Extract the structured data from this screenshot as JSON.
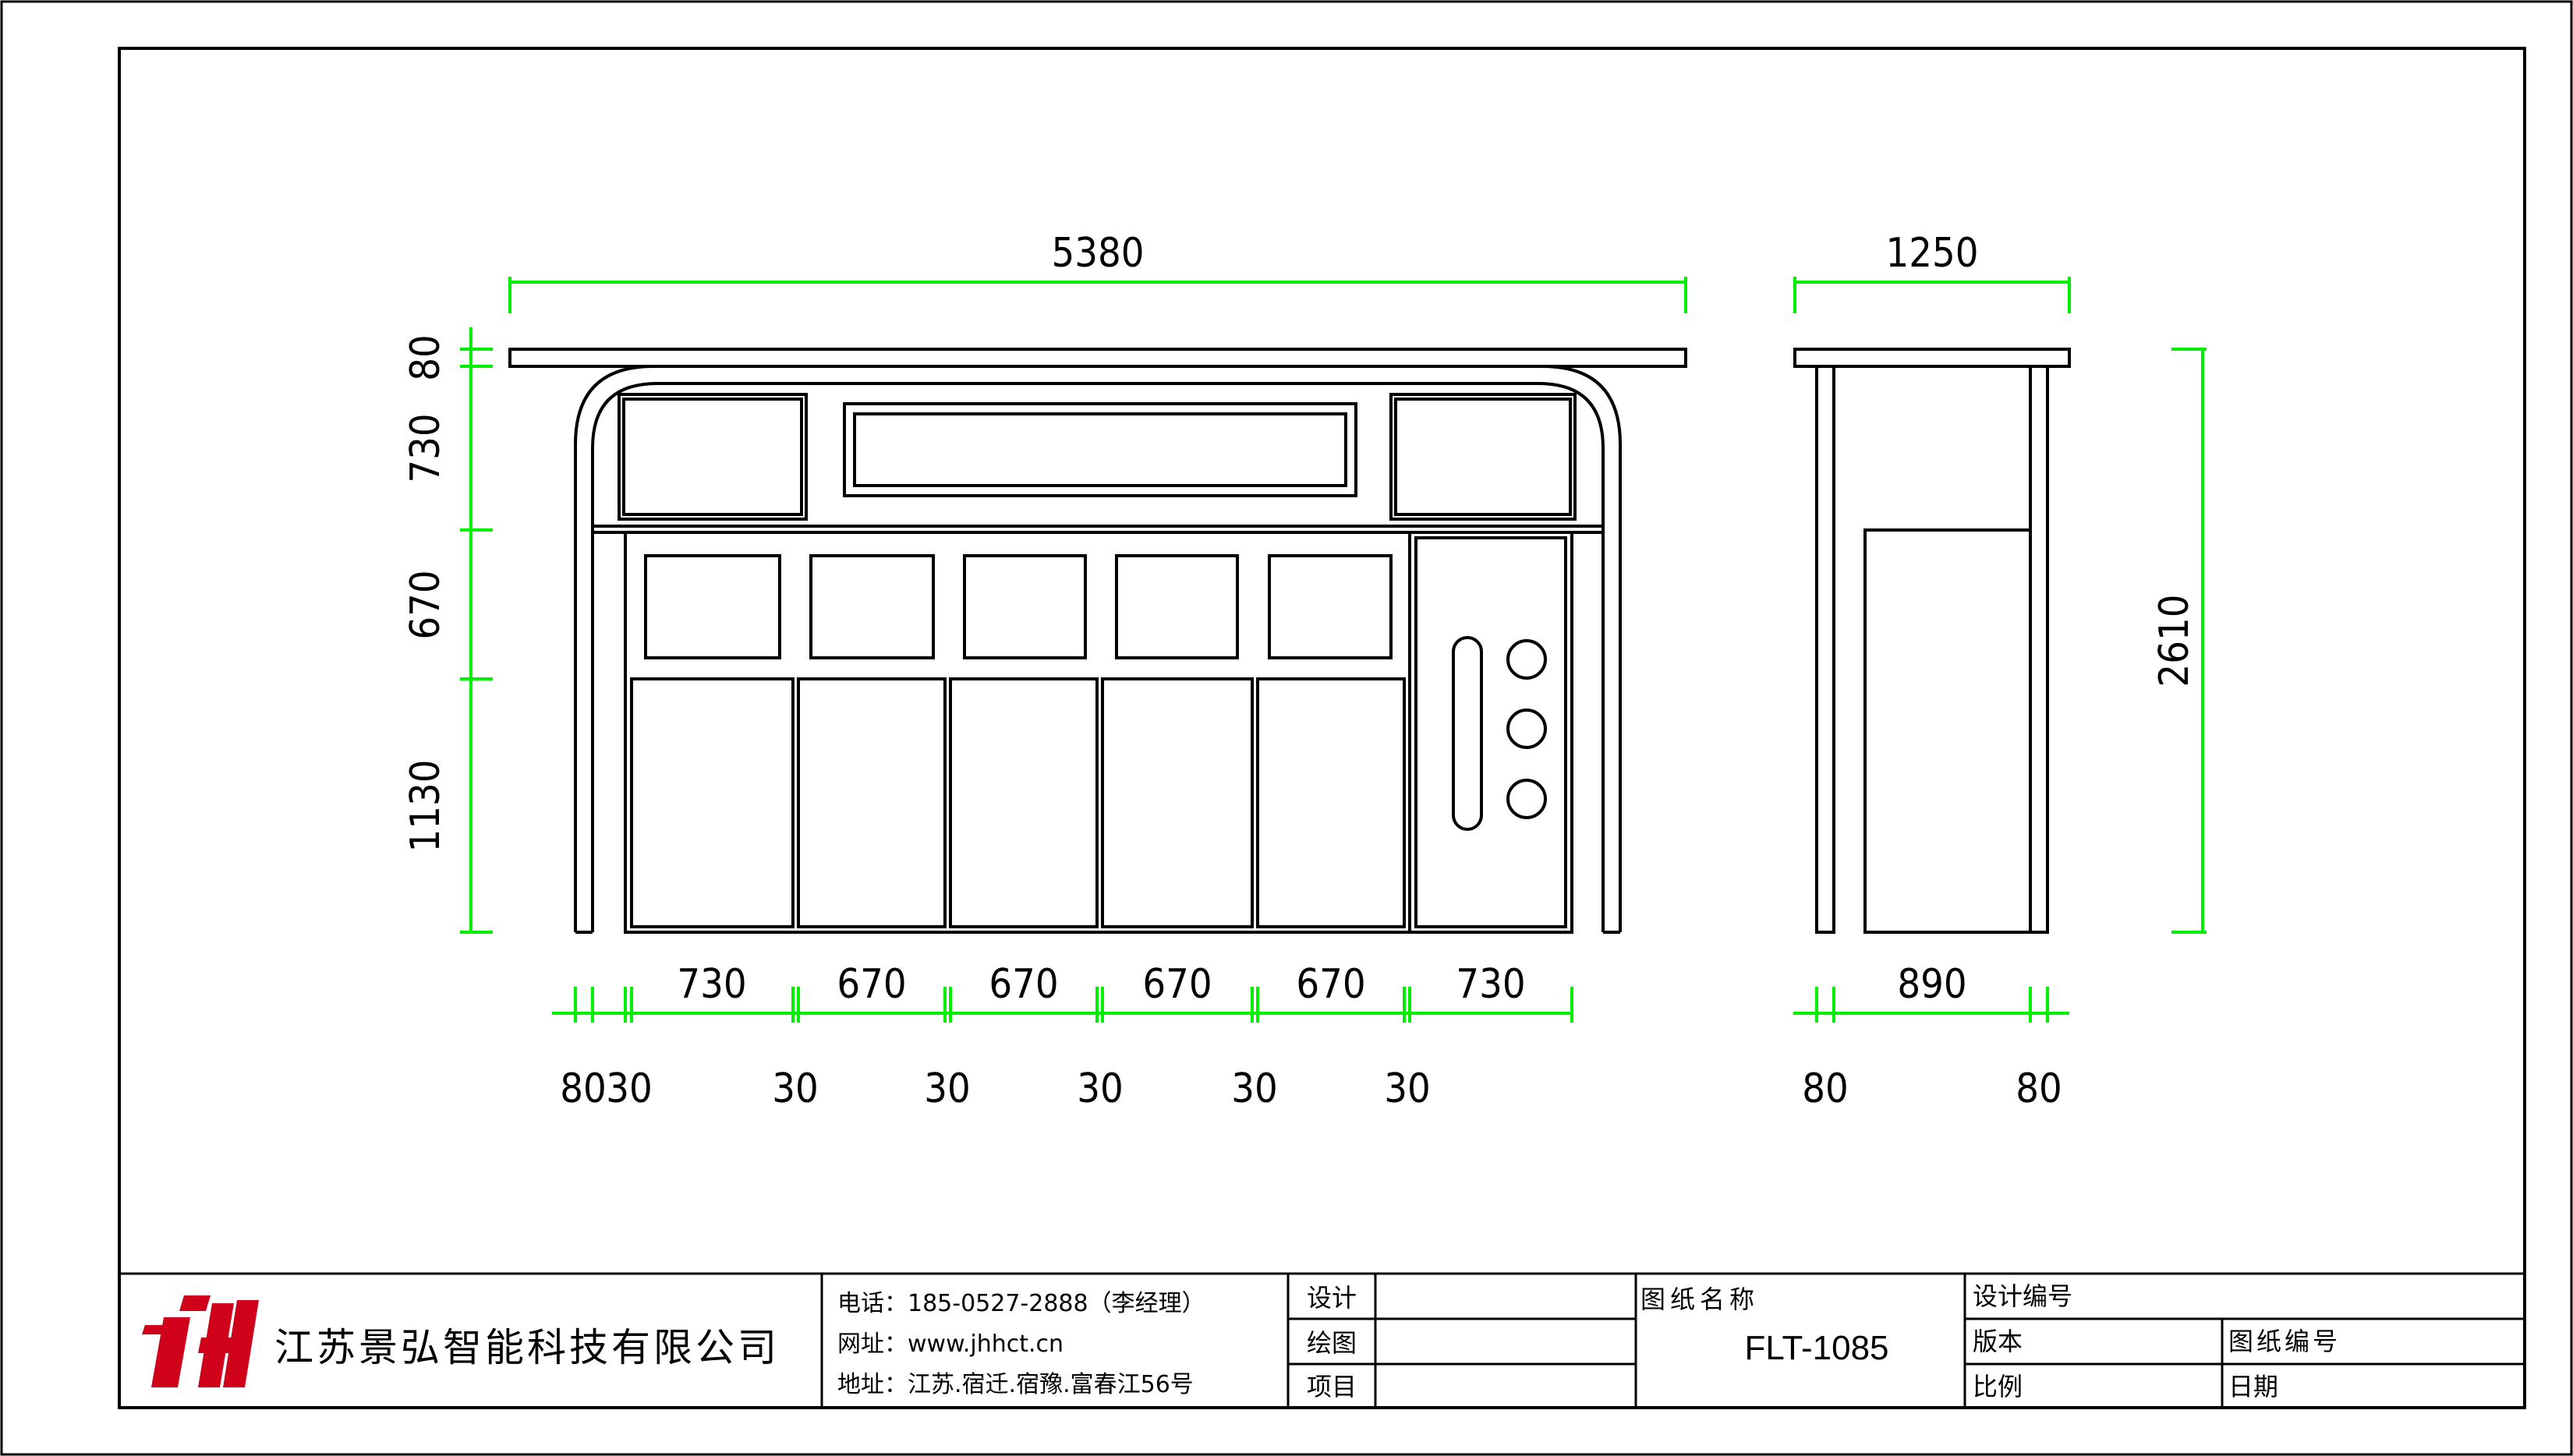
{
  "drawing": {
    "front_width_dim": "5380",
    "side_width_dim": "1250",
    "side_height_dim": "2610",
    "height_dims": [
      "80",
      "730",
      "670",
      "1130"
    ],
    "bottom_top_dims": [
      "730",
      "670",
      "670",
      "670",
      "670",
      "730"
    ],
    "bottom_lower_dims": [
      "80",
      "30",
      "30",
      "30",
      "30",
      "30",
      "30"
    ],
    "side_inner_dim": "890",
    "side_post_dims": [
      "80",
      "80"
    ]
  },
  "title_block": {
    "company_name": "江苏景弘智能科技有限公司",
    "logo_text": "JH",
    "phone": "电话：185-0527-2888（李经理）",
    "website": "网址：www.jhhct.cn",
    "address": "地址：江苏.宿迁.宿豫.富春江56号",
    "design_label": "设计",
    "drawing_label": "绘图",
    "project_label": "项目",
    "drawing_name_label": "图纸名称",
    "drawing_code": "FLT-1085",
    "design_no_label": "设计编号",
    "version_label": "版本",
    "drawing_no_label": "图纸编号",
    "scale_label": "比例",
    "date_label": "日期"
  },
  "colors": {
    "dimension": "#00ee00",
    "outline": "#000000"
  }
}
